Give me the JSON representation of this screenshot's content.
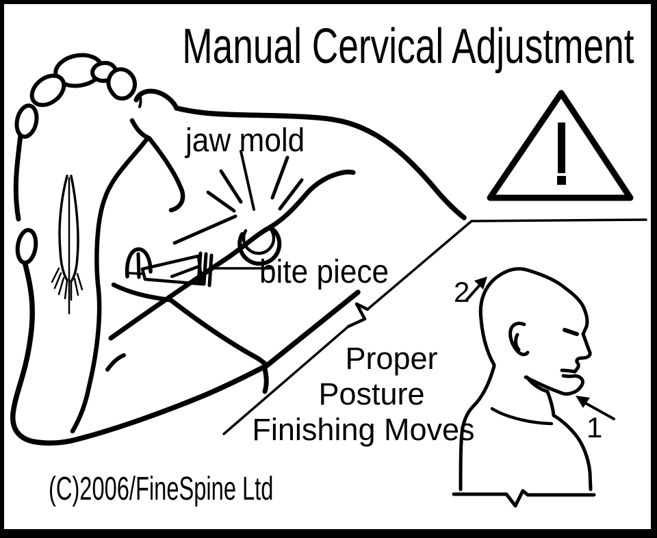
{
  "canvas": {
    "background": "#ffffff",
    "ink": "#000000"
  },
  "title": "Manual Cervical Adjustment",
  "diagram_labels": {
    "jaw_mold": "jaw mold",
    "bite_piece": "bite piece"
  },
  "note": {
    "line1": "Proper",
    "line2": "Posture",
    "line3": "Finishing Moves"
  },
  "inset": {
    "step1": "1",
    "step2": "2"
  },
  "icons": {
    "warning": "warning-triangle-exclamation"
  },
  "copyright": "(C)2006/FineSpine Ltd"
}
